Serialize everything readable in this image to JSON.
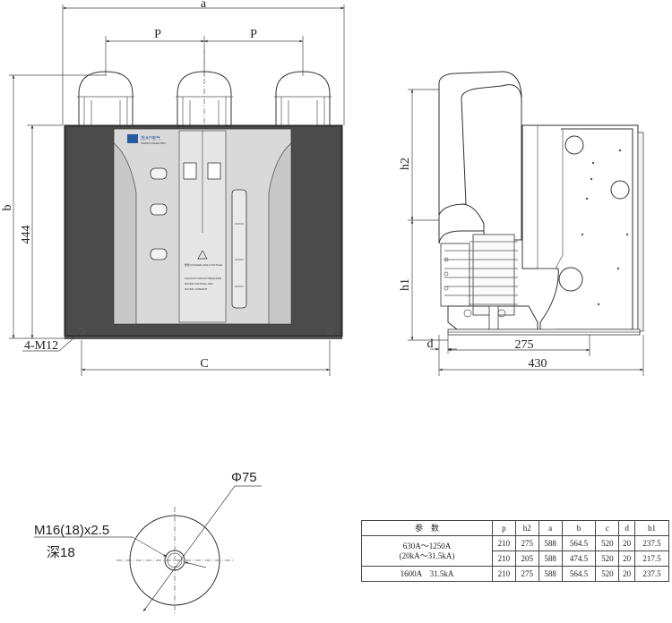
{
  "front_view": {
    "dim_a": "a",
    "dim_p_left": "P",
    "dim_p_right": "P",
    "dim_b": "b",
    "dim_444": "444",
    "dim_c": "C",
    "mount_label": "4-M12",
    "brand_text": "苏州*电气",
    "brand_sub": "SUZHOU ELECTRIC",
    "warning_text": "危险 DANGER HIGH VOLTAGE",
    "nameplate_lines": [
      "VACUUM CIRCUIT BREAKER",
      "RATED VOLTAGE 12kV",
      "RATED CURRENT"
    ]
  },
  "side_view": {
    "dim_h2": "h2",
    "dim_h1": "h1",
    "dim_d": "d",
    "dim_275": "275",
    "dim_430": "430"
  },
  "terminal_view": {
    "diameter_label": "Φ75",
    "thread_label": "M16(18)x2.5",
    "depth_label": "深18"
  },
  "spec_table": {
    "header": [
      "参　数",
      "p",
      "h2",
      "a",
      "b",
      "c",
      "d",
      "h1"
    ],
    "group1_label_1": "630A～1250A",
    "group1_label_2": "(20kA～31.5kA)",
    "group1_rows": [
      [
        "210",
        "275",
        "588",
        "564.5",
        "520",
        "20",
        "237.5"
      ],
      [
        "210",
        "205",
        "588",
        "474.5",
        "520",
        "20",
        "217.5"
      ]
    ],
    "group2_label": "1600A　31.5kA",
    "group2_row": [
      "210",
      "275",
      "588",
      "564.5",
      "520",
      "20",
      "237.5"
    ]
  }
}
